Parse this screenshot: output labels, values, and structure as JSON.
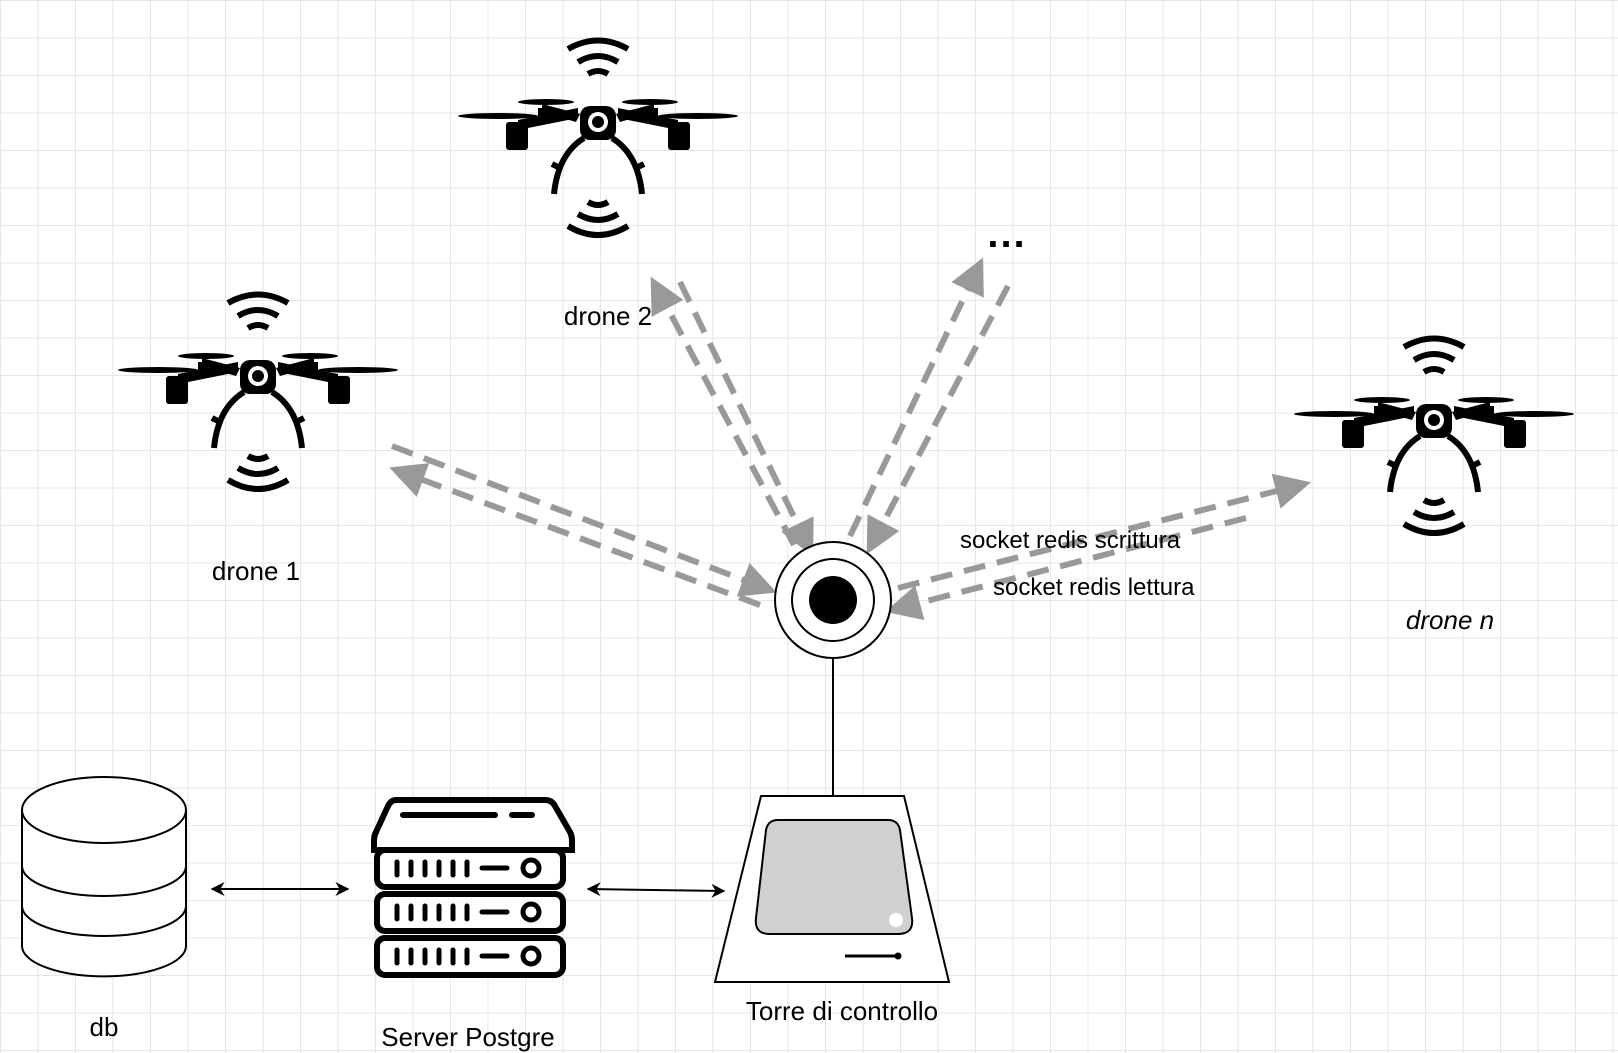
{
  "diagram": {
    "nodes": {
      "drone1": {
        "label": "drone 1",
        "icon": "drone-icon"
      },
      "drone2": {
        "label": "drone 2",
        "icon": "drone-icon"
      },
      "dronen": {
        "label": "drone n",
        "icon": "drone-icon"
      },
      "more": {
        "label": "..."
      },
      "antenna": {
        "icon": "antenna-icon"
      },
      "tower": {
        "label": "Torre di controllo",
        "icon": "terminal-icon"
      },
      "server": {
        "label": "Server Postgre",
        "icon": "server-icon"
      },
      "db": {
        "label": "db",
        "icon": "database-icon"
      }
    },
    "edges": {
      "write": {
        "label": "socket redis scrittura"
      },
      "read": {
        "label": "socket redis lettura"
      }
    },
    "colors": {
      "dashed_arrow": "#999999",
      "screen_fill": "#d0d0d0",
      "stroke": "#000000",
      "grid": "#e6e6e6"
    }
  }
}
